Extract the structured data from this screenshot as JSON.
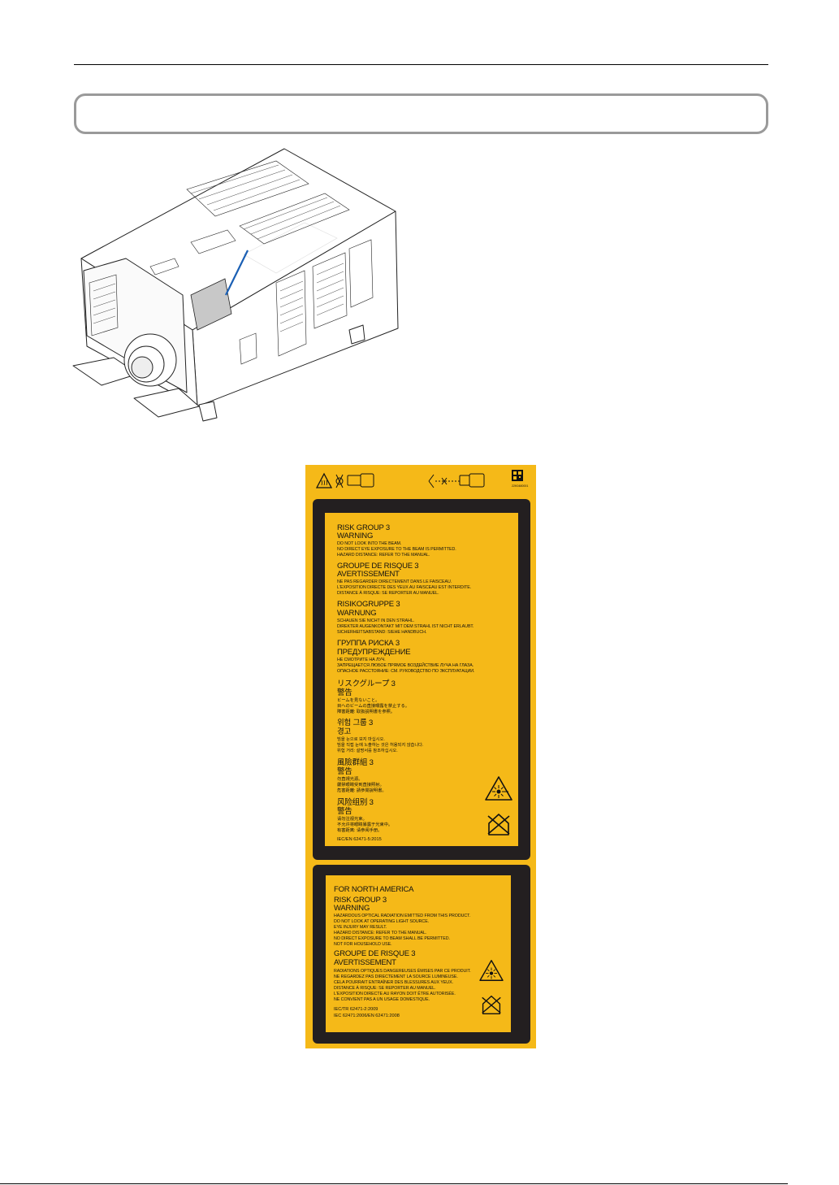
{
  "label": {
    "qr_code_text": "22K0480001",
    "panel_main": {
      "sections": [
        {
          "group": "RISK GROUP 3",
          "warning": "WARNING",
          "lines": [
            "DO NOT LOOK INTO THE BEAM.",
            "NO DIRECT EYE EXPOSURE TO THE BEAM IS PERMITTED.",
            "HAZARD DISTANCE: REFER TO THE MANUAL."
          ]
        },
        {
          "group": "GROUPE DE RISQUE 3",
          "warning": "AVERTISSEMENT",
          "lines": [
            "NE PAS REGARDER DIRECTEMENT DANS LE FAISCEAU.",
            "L'EXPOSITION DIRECTE DES YEUX AU FAISCEAU EST INTERDITE.",
            "DISTANCE À RISQUE: SE REPORTER AU MANUEL."
          ]
        },
        {
          "group": "RISIKOGRUPPE 3",
          "warning": "WARNUNG",
          "lines": [
            "SCHAUEN SIE NICHT IN DEN STRAHL.",
            "DIREKTER AUGENKONTAKT MIT DEM STRAHL IST NICHT ERLAUBT.",
            "SICHERHEITSABSTAND: SIEHE HANDBUCH."
          ]
        },
        {
          "group": "ГРУППА РИСКА 3",
          "warning": "ПРЕДУПРЕЖДЕНИЕ",
          "lines": [
            "НЕ СМОТРИТЕ НА ЛУЧ.",
            "ЗАПРЕЩАЕТСЯ ЛЮБОЕ ПРЯМОЕ ВОЗДЕЙСТВИЕ ЛУЧА НА ГЛАЗА.",
            "ОПАСНОЕ РАССТОЯНИЕ: СМ. РУКОВОДСТВО ПО ЭКСПЛУАТАЦИИ."
          ]
        },
        {
          "group": "リスクグループ 3",
          "warning": "警告",
          "lines": [
            "ビームを見ないこと。",
            "目へのビームの直接曝露を禁止する。",
            "障害距離: 取扱説明書を参照。"
          ]
        },
        {
          "group": "위험 그룹 3",
          "warning": "경고",
          "lines": [
            "빔을 눈으로 보지 마십시오.",
            "빔을 직접 눈에 노출하는 것은 허용되지 않습니다.",
            "위험 거리: 설명서를 참조하십시오."
          ]
        },
        {
          "group": "風險群組 3",
          "warning": "警告",
          "lines": [
            "勿直視光源。",
            "嚴禁眼睛受到直接照射。",
            "危害距離: 請參閱說明書。"
          ]
        },
        {
          "group": "风险组别 3",
          "warning": "警告",
          "lines": [
            "请勿注视光束。",
            "不允许将眼睛暴露于光束中。",
            "有害距离: 请参阅手册。"
          ]
        }
      ],
      "standard": "IEC/EN 62471-5:2015"
    },
    "panel_na": {
      "region": "FOR NORTH AMERICA",
      "sections": [
        {
          "group": "RISK GROUP 3",
          "warning": "WARNING",
          "lines": [
            "HAZARDOUS OPTICAL RADIATION EMITTED FROM THIS PRODUCT.",
            "DO NOT LOOK AT OPERATING LIGHT SOURCE.",
            "EYE INJURY MAY RESULT.",
            "HAZARD DISTANCE: REFER TO THE MANUAL.",
            "NO DIRECT EXPOSURE TO BEAM SHALL BE PERMITTED.",
            "NOT FOR HOUSEHOLD USE."
          ]
        },
        {
          "group": "GROUPE DE RISQUE 3",
          "warning": "AVERTISSEMENT",
          "lines": [
            "RADIATIONS OPTIQUES DANGEREUSES ÉMISES PAR CE PRODUIT.",
            "NE REGARDEZ PAS DIRECTEMENT LA SOURCE LUMINEUSE.",
            "CELA POURRAIT ENTRAÎNER DES BLESSURES AUX YEUX.",
            "DISTANCE À RISQUE: SE REPORTER AU MANUEL.",
            "L'EXPOSITION DIRECTE AU RAYON DOIT ÊTRE AUTORISÉE.",
            "NE CONVIENT PAS A UN USAGE DOMESTIQUE."
          ]
        }
      ],
      "standards": [
        "IEC/TR 62471-2:2009",
        "IEC 62471:2006/EN 62471:2008"
      ]
    },
    "colors": {
      "label_yellow": "#f5b918",
      "panel_black": "#231f20"
    },
    "icons": [
      "hot-surface-warning-icon",
      "no-look-into-lens-icon",
      "no-gaze-beam-icon",
      "qr-code-icon",
      "laser-radiation-warning-icon",
      "not-for-household-use-icon"
    ]
  }
}
